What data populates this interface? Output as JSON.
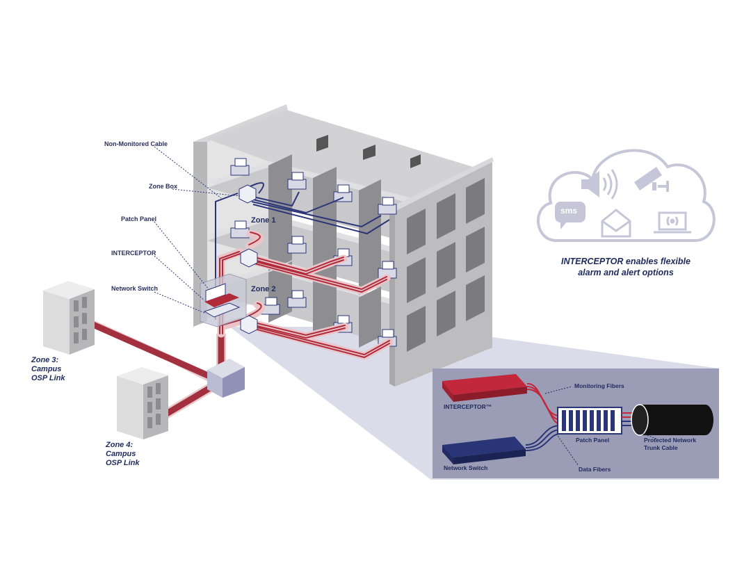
{
  "callouts": {
    "non_monitored_cable": "Non-Monitored Cable",
    "zone_box": "Zone Box",
    "patch_panel": "Patch Panel",
    "interceptor": "INTERCEPTOR",
    "network_switch": "Network Switch"
  },
  "floors": {
    "zone1": "Zone 1",
    "zone2": "Zone 2"
  },
  "remote_buildings": {
    "zone3": {
      "line1": "Zone 3:",
      "line2": "Campus",
      "line3": "OSP Link"
    },
    "zone4": {
      "line1": "Zone 4:",
      "line2": "Campus",
      "line3": "OSP Link"
    }
  },
  "cloud": {
    "sms_text": "sms",
    "caption_line1": "INTERCEPTOR enables flexible",
    "caption_line2": "alarm and alert options",
    "icons": [
      "speaker-icon",
      "camera-icon",
      "sms-bubble-icon",
      "envelope-icon",
      "laptop-alert-icon"
    ]
  },
  "inset": {
    "monitoring_fibers": "Monitoring Fibers",
    "interceptor_tm": "INTERCEPTOR™",
    "patch_panel": "Patch Panel",
    "protected_line1": "Protected Network",
    "protected_line2": "Trunk Cable",
    "network_switch": "Network Switch",
    "data_fibers": "Data Fibers"
  },
  "colors": {
    "monitored_cable": "#b02a3a",
    "data_cable": "#2a3578",
    "building": "#c9c9cb",
    "inset_bg": "#9b9cb6",
    "cloud_outline": "#c7c6d8"
  }
}
